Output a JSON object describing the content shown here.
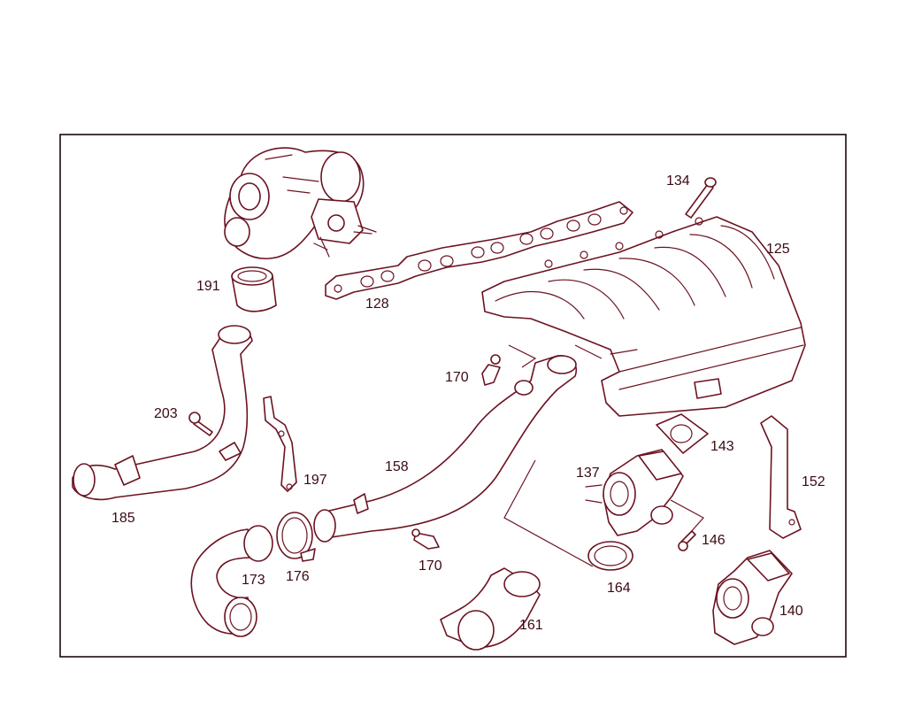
{
  "diagram": {
    "labels": {
      "p125": "125",
      "p128": "128",
      "p134": "134",
      "p137": "137",
      "p140": "140",
      "p143": "143",
      "p146": "146",
      "p152": "152",
      "p158": "158",
      "p161": "161",
      "p164": "164",
      "p170a": "170",
      "p170b": "170",
      "p173": "173",
      "p176": "176",
      "p185": "185",
      "p191": "191",
      "p197": "197",
      "p203": "203"
    }
  }
}
